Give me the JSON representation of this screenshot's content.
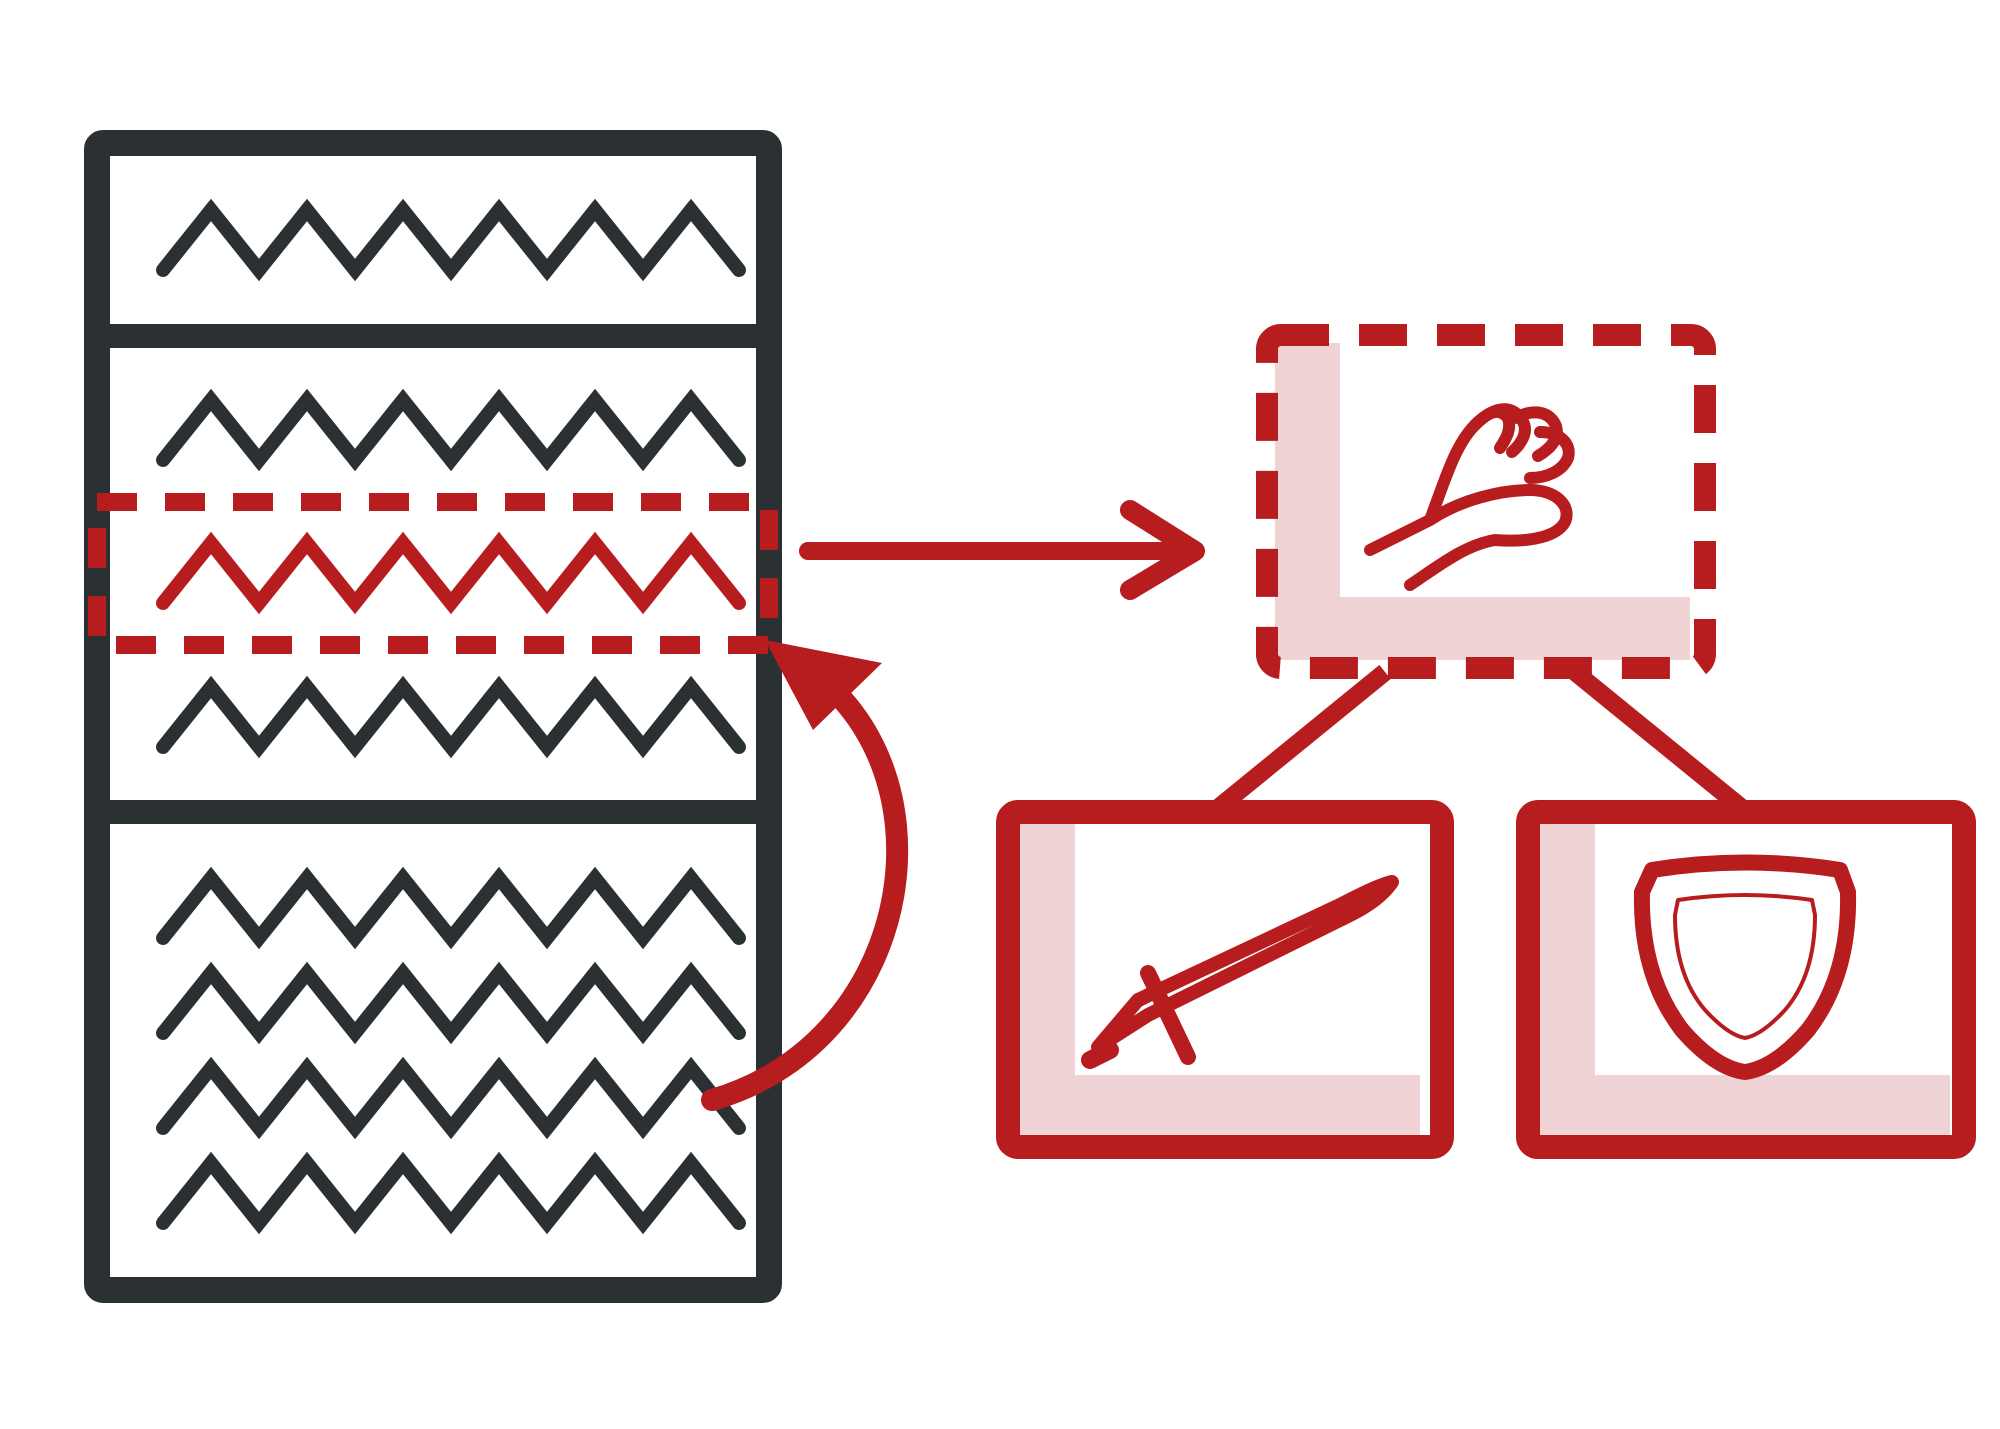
{
  "colors": {
    "background": "#ffffff",
    "ink": "#2b3033",
    "accent": "#b71c1f",
    "accent_tint": "#f0d3d4"
  },
  "document": {
    "icon": "document-with-text-lines-icon",
    "sections": [
      {
        "icon": "section-icon",
        "text_lines": 1
      },
      {
        "icon": "section-icon",
        "text_lines": 3,
        "highlighted_line_index": 1
      },
      {
        "icon": "section-icon",
        "text_lines": 4
      }
    ]
  },
  "highlight": {
    "icon": "dashed-selection-icon"
  },
  "arrows": {
    "extract": {
      "icon": "arrow-right-icon"
    },
    "return": {
      "icon": "curved-arrow-icon"
    }
  },
  "nodes": {
    "parent": {
      "icon": "hand-icon",
      "style": "dashed"
    },
    "child_left": {
      "icon": "sword-icon",
      "style": "solid"
    },
    "child_right": {
      "icon": "shield-icon",
      "style": "solid"
    }
  }
}
